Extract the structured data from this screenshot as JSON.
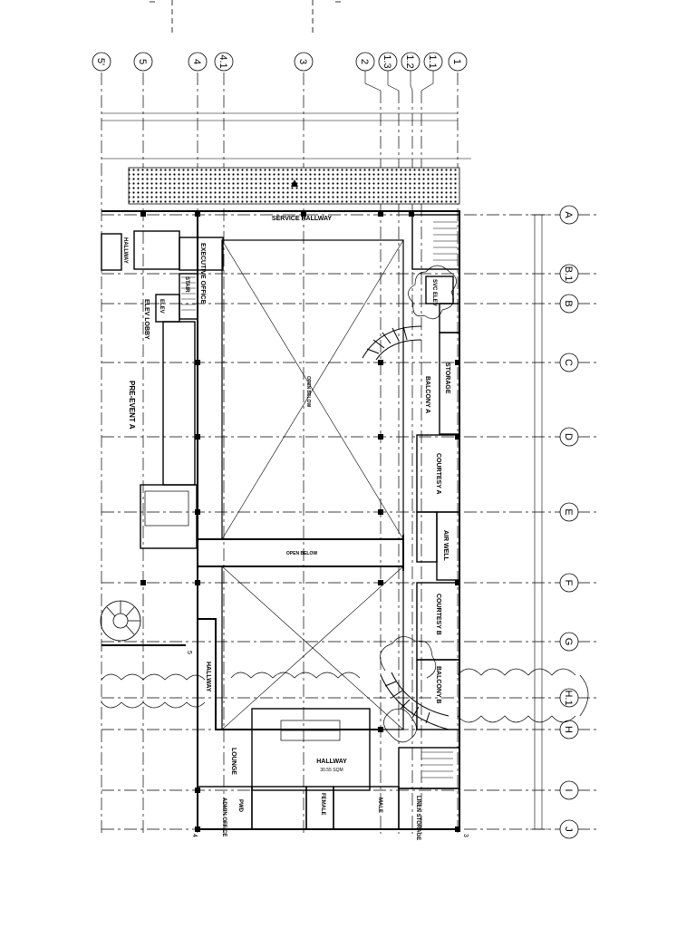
{
  "column_grid_labels": [
    "5'",
    "5",
    "4",
    "4.1",
    "3",
    "2",
    "1.3",
    "1.2",
    "1.1",
    "1"
  ],
  "row_grid_labels": [
    "A",
    "B.1",
    "B",
    "C",
    "D",
    "E",
    "F",
    "G",
    "H.1",
    "H",
    "I",
    "J"
  ],
  "rooms": {
    "service_hallway": "SERVICE HALLWAY",
    "executive_office": "EXECUTIVE OFFICE",
    "hallway_left": "HALLWAY",
    "elev_lobby": "ELEV LOBBY",
    "elev": "ELEV",
    "stair": "STAIR",
    "pre_event_a": "PRE-EVENT A",
    "svc_elev": "SVC ELEV",
    "storage": "STORAGE",
    "balcony_a": "BALCONY A",
    "courtesy_a": "COURTESY A",
    "air_well": "AIR WELL",
    "courtesy_b": "COURTESY B",
    "balcony_b": "BALCONY B",
    "hallway_mid": "HALLWAY",
    "hallway_bottom": "HALLWAY",
    "lounge": "LOUNGE",
    "admin_office": "ADMIN OFFICE",
    "pwd": "PWD",
    "female": "FEMALE",
    "male": "MALE",
    "linen_storage": "LINEN STORAGE",
    "open_below": "OPEN BELOW",
    "open_below_2": "OPEN BELOW"
  },
  "markers": {
    "hallway_area": "30.55 SQM",
    "corner_4": "4",
    "corner_3": "3",
    "corner_5": "5"
  }
}
